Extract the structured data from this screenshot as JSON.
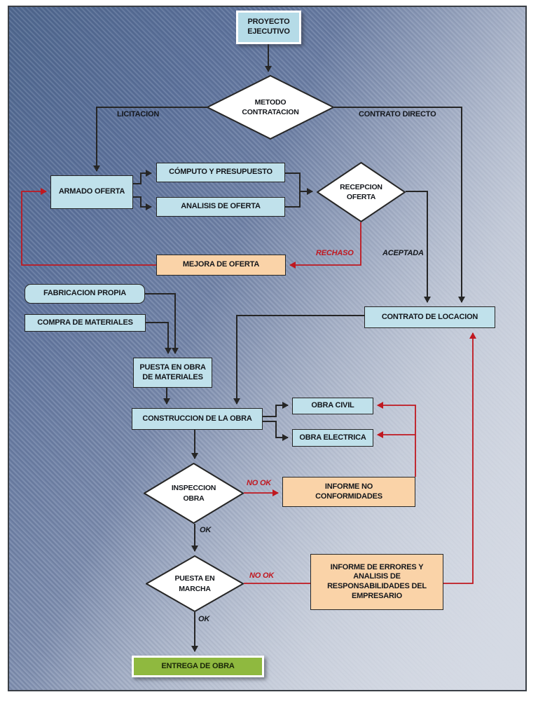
{
  "colors": {
    "node_blue": "#c0e1eb",
    "node_start_blue": "#b5dbe7",
    "node_orange": "#fad3a8",
    "node_green": "#8fb93f",
    "diamond_fill": "#ffffff",
    "wire_black": "#262626",
    "wire_red": "#c01820",
    "background_dark": "#50688f",
    "background_light": "#d6dbe4"
  },
  "nodes": {
    "proyecto_ejecutivo": {
      "label": "PROYECTO EJECUTIVO",
      "shape": "box",
      "color": "blue"
    },
    "metodo_contratacion": {
      "label": "METODO CONTRATACION",
      "shape": "diamond",
      "color": "white"
    },
    "armado_oferta": {
      "label": "ARMADO OFERTA",
      "shape": "box",
      "color": "blue"
    },
    "computo_presupuesto": {
      "label": "CÓMPUTO Y PRESUPUESTO",
      "shape": "box",
      "color": "blue"
    },
    "analisis_oferta": {
      "label": "ANALISIS DE OFERTA",
      "shape": "box",
      "color": "blue"
    },
    "recepcion_oferta": {
      "label": "RECEPCION OFERTA",
      "shape": "diamond",
      "color": "white"
    },
    "mejora_oferta": {
      "label": "MEJORA DE OFERTA",
      "shape": "box",
      "color": "orange"
    },
    "contrato_locacion": {
      "label": "CONTRATO DE LOCACION",
      "shape": "box",
      "color": "blue"
    },
    "fabricacion_propia": {
      "label": "FABRICACION PROPIA",
      "shape": "rounded-box",
      "color": "blue"
    },
    "compra_materiales": {
      "label": "COMPRA DE MATERIALES",
      "shape": "box",
      "color": "blue"
    },
    "puesta_en_obra_materiales": {
      "label": "PUESTA EN OBRA DE MATERIALES",
      "shape": "box",
      "color": "blue"
    },
    "construccion_obra": {
      "label": "CONSTRUCCION DE LA OBRA",
      "shape": "box",
      "color": "blue"
    },
    "obra_civil": {
      "label": "OBRA CIVIL",
      "shape": "box",
      "color": "blue"
    },
    "obra_electrica": {
      "label": "OBRA ELECTRICA",
      "shape": "box",
      "color": "blue"
    },
    "inspeccion_obra": {
      "label": "INSPECCION OBRA",
      "shape": "diamond",
      "color": "white"
    },
    "informe_no_conformidades": {
      "label": "INFORME NO CONFORMIDADES",
      "shape": "box",
      "color": "orange"
    },
    "puesta_en_marcha": {
      "label": "PUESTA EN MARCHA",
      "shape": "diamond",
      "color": "white"
    },
    "informe_errores": {
      "label": "INFORME DE ERRORES Y ANALISIS DE RESPONSABILIDADES DEL EMPRESARIO",
      "shape": "box",
      "color": "orange"
    },
    "entrega_obra": {
      "label": "ENTREGA DE OBRA",
      "shape": "box",
      "color": "green"
    }
  },
  "edge_labels": {
    "licitacion": "LICITACION",
    "contrato_directo": "CONTRATO DIRECTO",
    "rechaso": "RECHASO",
    "aceptada": "ACEPTADA",
    "inspeccion_no_ok": "NO OK",
    "inspeccion_ok": "OK",
    "marcha_no_ok": "NO OK",
    "marcha_ok": "OK"
  }
}
